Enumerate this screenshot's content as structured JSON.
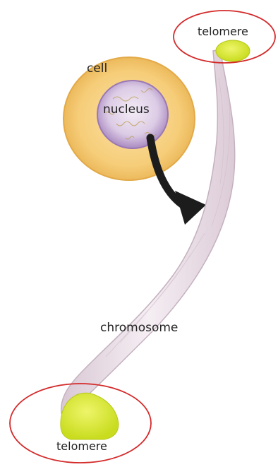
{
  "labels": {
    "cell": "cell",
    "nucleus": "nucleus",
    "telomere_top": "telomere",
    "chromosome": "chromosome",
    "telomere_bottom": "telomere"
  },
  "colors": {
    "cell_fill": "#f4c872",
    "nucleus_fill": "#cbb6d8",
    "chromosome_fill": "#efe4ea",
    "telomere_fill": "#d7e82a",
    "circle_stroke": "#d42a2a",
    "arrow": "#1c1c1c"
  }
}
